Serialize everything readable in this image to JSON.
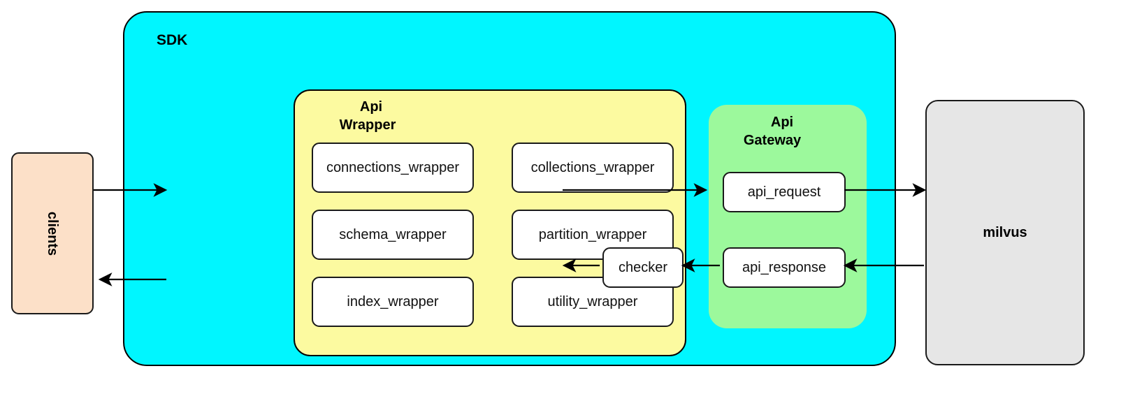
{
  "diagram": {
    "title_present": false,
    "colors": {
      "sdk_fill": "#00f6ff",
      "api_wrapper_fill": "#fcfaa0",
      "api_gateway_fill": "#9cf99c",
      "clients_fill": "#fce0c8",
      "milvus_fill": "#e6e6e6",
      "card_fill": "#ffffff",
      "stroke": "#000000"
    }
  },
  "clients": {
    "label": "clients"
  },
  "sdk": {
    "label": "SDK"
  },
  "api_wrapper": {
    "label_line1": "Api",
    "label_line2": "Wrapper",
    "modules": [
      {
        "label": "connections_wrapper"
      },
      {
        "label": "collections_wrapper"
      },
      {
        "label": "schema_wrapper"
      },
      {
        "label": "partition_wrapper"
      },
      {
        "label": "index_wrapper"
      },
      {
        "label": "utility_wrapper"
      }
    ]
  },
  "checker": {
    "label": "checker"
  },
  "api_gateway": {
    "label_line1": "Api",
    "label_line2": "Gateway",
    "cards": [
      {
        "label": "api_request"
      },
      {
        "label": "api_response"
      }
    ]
  },
  "milvus": {
    "label": "milvus"
  },
  "edges": [
    {
      "name": "clients-to-api-wrapper",
      "from": "clients",
      "to": "api_wrapper",
      "direction": "right"
    },
    {
      "name": "api-wrapper-to-api-gateway",
      "from": "api_wrapper",
      "to": "api_gateway",
      "direction": "right"
    },
    {
      "name": "api-request-to-milvus",
      "from": "api_request",
      "to": "milvus",
      "direction": "right"
    },
    {
      "name": "milvus-to-api-response",
      "from": "milvus",
      "to": "api_response",
      "direction": "left"
    },
    {
      "name": "api-response-to-checker",
      "from": "api_response",
      "to": "checker",
      "direction": "left"
    },
    {
      "name": "checker-to-api-wrapper",
      "from": "checker",
      "to": "api_wrapper",
      "direction": "left"
    },
    {
      "name": "api-wrapper-to-clients",
      "from": "api_wrapper",
      "to": "clients",
      "direction": "left"
    }
  ]
}
